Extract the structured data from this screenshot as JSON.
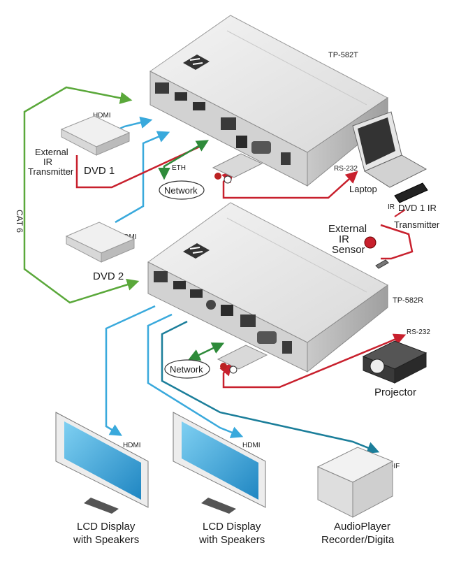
{
  "labels": {
    "tp582t": "TP-582T",
    "tp582r": "TP-582R",
    "hdmi_dvd1": "HDMI",
    "hdmi_dvd2": "HDMI",
    "hdmi_lcd1": "HDMI",
    "hdmi_lcd2": "HDMI",
    "ext_ir_tx_line1": "External",
    "ext_ir_tx_line2": "IR",
    "ext_ir_tx_line3": "Transmitter",
    "dvd1": "DVD 1",
    "dvd2": "DVD 2",
    "eth": "ETH",
    "network_top": "Network",
    "network_bottom": "Network",
    "rs232_top": "RS-232",
    "rs232_bottom": "RS-232",
    "laptop": "Laptop",
    "ir": "IR",
    "dvd1_ir_tx_line1": "DVD 1 IR",
    "dvd1_ir_tx_line2": "Transmitter",
    "ext_ir_sensor_line1": "External",
    "ext_ir_sensor_line2": "IR",
    "ext_ir_sensor_line3": "Sensor",
    "cat6": "CAT 6",
    "projector": "Projector",
    "spdif": "S/PDIF",
    "lcd1_line1": "LCD Display",
    "lcd1_line2": "with Speakers",
    "lcd2_line1": "LCD Display",
    "lcd2_line2": "with Speakers",
    "audio_line1": "AudioPlayer",
    "audio_line2": "Recorder/Digita"
  },
  "colors": {
    "cat6": "#5aa83a",
    "hdmi": "#39a9dc",
    "spdif": "#1b7e9a",
    "rs232_ir": "#c8202d",
    "eth": "#2e8b3a",
    "device_top": "#e9e9e9",
    "device_side": "#bdbdbd",
    "device_front": "#d4d4d4"
  }
}
